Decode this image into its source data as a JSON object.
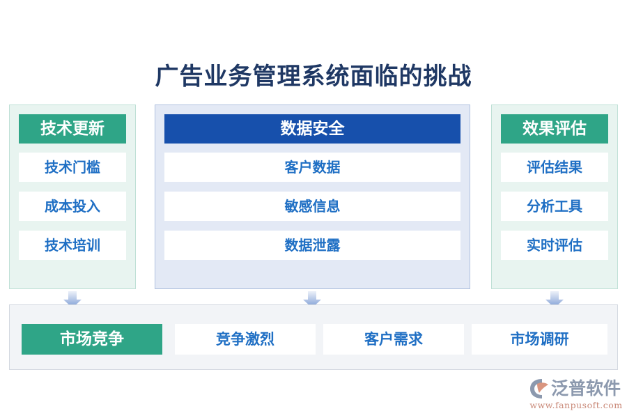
{
  "title": "广告业务管理系统面临的挑战",
  "colors": {
    "title": "#1F3864",
    "green_header": "#2FA587",
    "blue_header": "#1750AC",
    "item_text": "#1F6FC4",
    "green_panel_bg": "#E8F4F0",
    "blue_panel_bg": "#E3E9F5",
    "bottom_panel_bg": "#F2F4F7",
    "arrow": "#8FAAD8",
    "logo_text": "#8C99AE",
    "logo_url": "#C98877"
  },
  "columns": [
    {
      "header": "技术更新",
      "items": [
        "技术门槛",
        "成本投入",
        "技术培训"
      ]
    },
    {
      "header": "数据安全",
      "items": [
        "客户数据",
        "敏感信息",
        "数据泄露"
      ]
    },
    {
      "header": "效果评估",
      "items": [
        "评估结果",
        "分析工具",
        "实时评估"
      ]
    }
  ],
  "connectors": {
    "left_right_arrow": "double-arrow-horizontal",
    "down_arrow": "arrow-down"
  },
  "bottom": {
    "lead": "市场竞争",
    "items": [
      "竞争激烈",
      "客户需求",
      "市场调研"
    ]
  },
  "logo": {
    "name": "泛普软件",
    "url": "www.fanpusoft.com"
  }
}
